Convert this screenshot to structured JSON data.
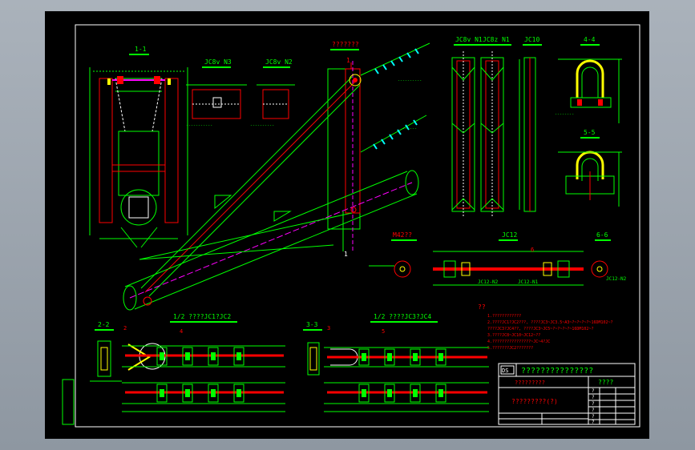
{
  "colors": {
    "background": "#000000",
    "outer": "#9aa3ad",
    "border": "#ffffff",
    "green": "#00ff00",
    "red": "#ff0000",
    "magenta": "#ff00ff",
    "white": "#ffffff",
    "yellow": "#ffff00",
    "cyan": "#00ffff"
  },
  "views": {
    "sec_1_1": "1-1",
    "jc8v_n3": "JC8v N3",
    "jc8v_n2": "JC8v N2",
    "main_view": "???????",
    "jc8v_n1": "JC8v N1",
    "jc8z_n1": "JC8z N1",
    "jc10": "JC10",
    "sec_4_4": "4-4",
    "sec_5_5": "5-5",
    "m42": "M42??",
    "jc12": "JC12",
    "sec_6_6": "6-6",
    "jc12_n2": "JC12-N2",
    "jc12_n1": "JC12-N1",
    "sec_2_2": "2-2",
    "half_jc1": "1/2  ????JC1?JC2",
    "sec_3_3": "3-3",
    "half_jc3": "1/2  ????JC3?JC4",
    "mark_1": "1",
    "mark_2": "2",
    "mark_3": "3",
    "mark_4": "4",
    "mark_5": "5",
    "mark_6": "6",
    "mark_l1": "1"
  },
  "notes": {
    "title": "??",
    "lines": [
      "1.????????????",
      "2.????JC1?JC2???,  ????JC3~JC3.5~A3~?~?~?~?~16DM102~?",
      "  ????JC3?JC4??,  ????JC3~JC5~?~?~?~?~16DM102~?",
      "3.????JC8~JC10~JC12~??",
      "4.????????????????~JC~4?JC",
      "5.???????JC2???????"
    ]
  },
  "title_block": {
    "logo": "DS",
    "drawing_name": "???????????????",
    "company": "?????????",
    "project": "????",
    "subtitle": "?????????(?)",
    "rows": [
      "?",
      "?",
      "?",
      "?",
      "?",
      "?"
    ]
  }
}
